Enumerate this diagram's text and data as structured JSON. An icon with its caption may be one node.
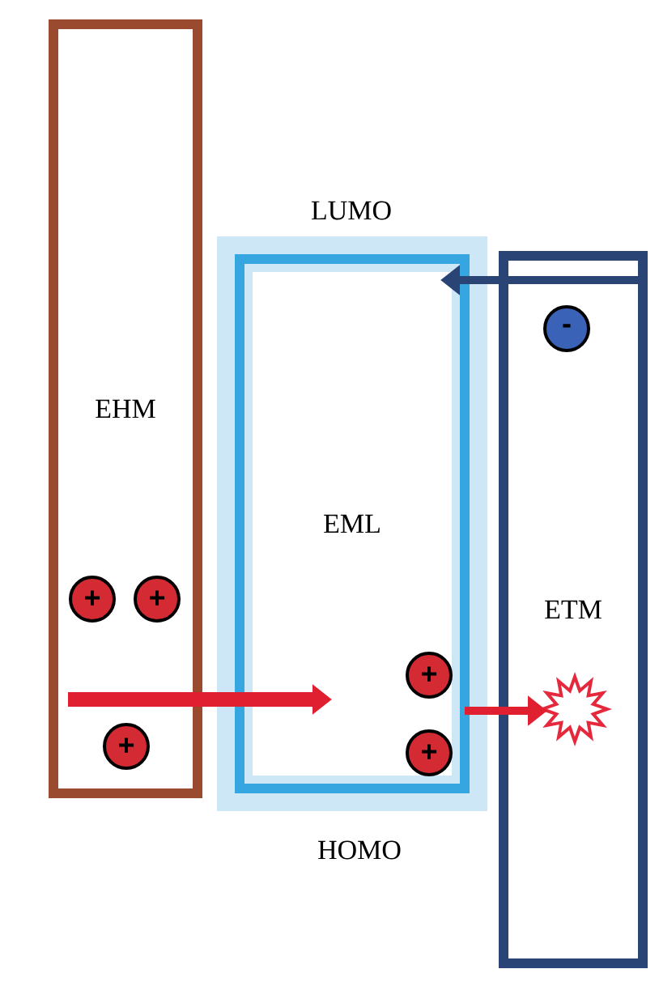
{
  "diagram": {
    "nodes": [
      {
        "text": [
          "EHM"
        ]
      },
      {
        "text": [
          "+"
        ],
        "in": 0
      },
      {
        "text": [
          "+"
        ],
        "in": 0
      },
      {
        "text": [
          "+"
        ],
        "in": 0
      },
      {
        "text": [
          "EML"
        ]
      },
      {
        "text": [
          "+"
        ],
        "in": 4
      },
      {
        "text": [
          "+"
        ],
        "in": 4
      },
      {
        "text": [
          "ETM"
        ]
      },
      {
        "text": [
          "-"
        ],
        "in": 7
      },
      {
        "text": [],
        "shape": "star",
        "in": 7
      }
    ],
    "edges": [
      {
        "from": 0,
        "to": 4,
        "arrow": "to",
        "style": "thick"
      },
      {
        "from": 4,
        "to": 9,
        "arrow": "to"
      },
      {
        "from": 7,
        "to": 4,
        "arrow": "to",
        "color": "#2a4475"
      }
    ],
    "labels": [
      "LUMO",
      "HOMO"
    ]
  }
}
